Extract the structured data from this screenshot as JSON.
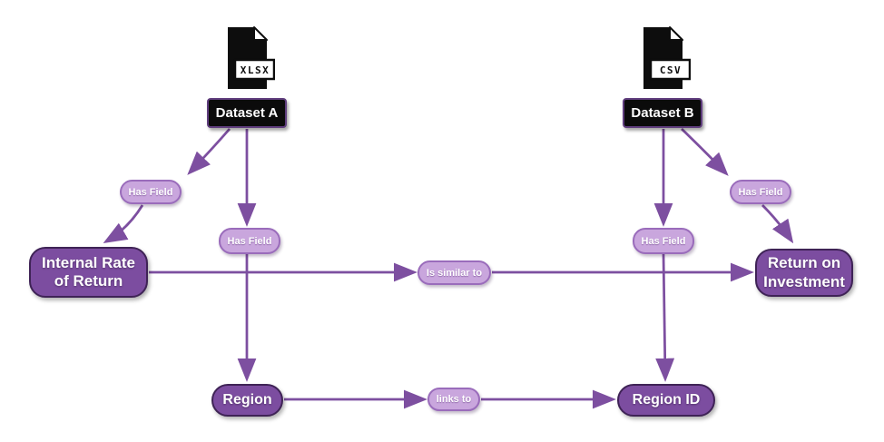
{
  "diagram": {
    "background_color": "#ffffff",
    "colors": {
      "edge": "#7d4fa0",
      "field_node_fill": "#7c4da0",
      "field_node_border": "#3f2356",
      "pill_fill": "#c9a6dd",
      "pill_border": "#9a6cbb",
      "dataset_node_fill": "#0b0b0b",
      "dataset_node_border": "#5f3d7d",
      "label_text": "#ffffff",
      "file_icon": "#0d0d0d"
    },
    "datasets": [
      {
        "name": "Dataset A",
        "file_type": "XLSX"
      },
      {
        "name": "Dataset B",
        "file_type": "CSV"
      }
    ],
    "fields": {
      "irr": "Internal Rate of Return",
      "region": "Region",
      "roi": "Return on Investment",
      "region_id": "Region ID"
    },
    "edge_labels": {
      "has_field_a_irr": "Has Field",
      "has_field_a_region": "Has Field",
      "has_field_b_region_id": "Has Field",
      "has_field_b_roi": "Has Field",
      "is_similar_to": "Is similar to",
      "links_to": "links to"
    }
  }
}
